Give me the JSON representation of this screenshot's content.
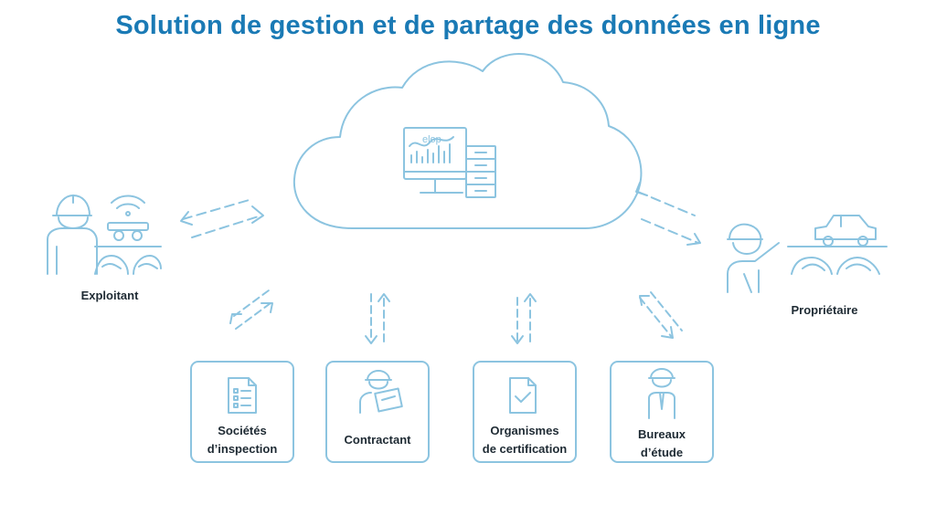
{
  "title": "Solution de gestion et de partage des données en ligne",
  "cloud": {
    "logo_text": "elop"
  },
  "actors": {
    "left": "Exploitant",
    "right": "Propriétaire"
  },
  "boxes": [
    {
      "label": "Sociétés\nd’inspection",
      "icon": "checklist-icon"
    },
    {
      "label": "Contractant",
      "icon": "worker-clipboard-icon"
    },
    {
      "label": "Organismes\nde certification",
      "icon": "certified-document-icon"
    },
    {
      "label": "Bureaux\nd’étude",
      "icon": "engineer-icon"
    }
  ],
  "colors": {
    "title": "#1a7ab5",
    "line": "#8cc4e0",
    "text": "#1e2a33"
  }
}
